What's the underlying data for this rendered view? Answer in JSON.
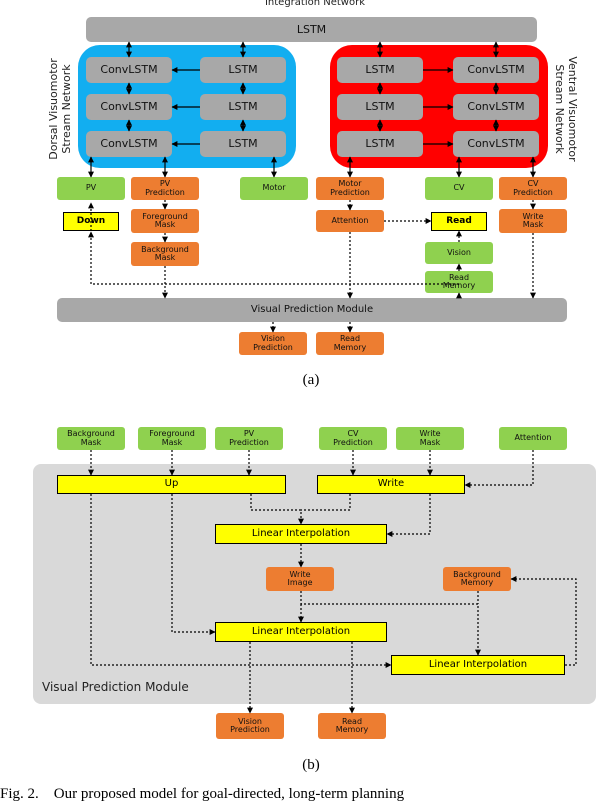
{
  "part_a": {
    "integration_network_label": "Integration Network",
    "lstm_top": "LSTM",
    "dorsal_label": "Dorsal Visuomotor\nStream Network",
    "ventral_label": "Ventral Visuomotor\nStream Network",
    "dorsal_left": [
      "ConvLSTM",
      "ConvLSTM",
      "ConvLSTM"
    ],
    "dorsal_right": [
      "LSTM",
      "LSTM",
      "LSTM"
    ],
    "ventral_left": [
      "LSTM",
      "LSTM",
      "LSTM"
    ],
    "ventral_right": [
      "ConvLSTM",
      "ConvLSTM",
      "ConvLSTM"
    ],
    "pv": "PV",
    "pv_prediction": "PV\nPrediction",
    "motor": "Motor",
    "motor_prediction": "Motor\nPrediction",
    "cv": "CV",
    "cv_prediction": "CV\nPrediction",
    "down": "Down",
    "foreground_mask": "Foreground\nMask",
    "background_mask": "Background\nMask",
    "attention": "Attention",
    "read": "Read",
    "write_mask": "Write\nMask",
    "vision": "Vision",
    "read_memory": "Read\nMemory",
    "vpm": "Visual Prediction Module",
    "vision_prediction": "Vision\nPrediction",
    "read_memory_out": "Read\nMemory",
    "caption": "(a)",
    "colors": {
      "dorsal": "#12aef0",
      "ventral": "#ff0000",
      "gray": "#a8a8a8",
      "green": "#8fd14f",
      "orange": "#ed7d31",
      "yellow": "#ffff00"
    }
  },
  "part_b": {
    "background_mask": "Background\nMask",
    "foreground_mask": "Foreground\nMask",
    "pv_prediction": "PV\nPrediction",
    "cv_prediction": "CV\nPrediction",
    "write_mask": "Write\nMask",
    "attention": "Attention",
    "up": "Up",
    "write": "Write",
    "linear_interp_1": "Linear Interpolation",
    "write_image": "Write\nImage",
    "background_memory": "Background\nMemory",
    "linear_interp_2": "Linear Interpolation",
    "linear_interp_3": "Linear Interpolation",
    "vpm_label": "Visual Prediction Module",
    "vision_prediction": "Vision\nPrediction",
    "read_memory": "Read\nMemory",
    "caption": "(b)",
    "colors": {
      "panel": "#d9d9d9"
    }
  },
  "figure_caption": "Fig. 2.    Our proposed model for goal-directed, long-term planning"
}
